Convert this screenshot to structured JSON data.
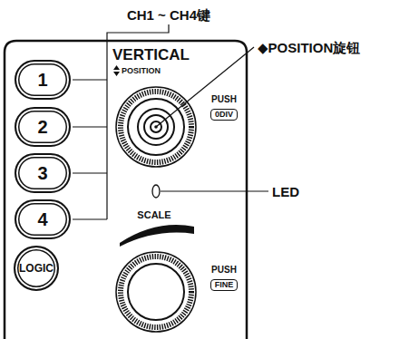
{
  "diagram": {
    "nodes": [
      {
        "text": [
          "1"
        ]
      },
      {
        "text": [
          "2"
        ]
      },
      {
        "text": [
          "3"
        ]
      },
      {
        "text": [
          "4"
        ]
      },
      {
        "text": [
          "LOGIC"
        ]
      },
      {
        "text": [
          "0DIV"
        ]
      },
      {
        "text": [
          "FINE"
        ]
      }
    ],
    "labels": [
      "CH1 ~ CH4键",
      "VERTICAL",
      "POSITION",
      "◆POSITION旋钮",
      "PUSH",
      "PUSH",
      "LED",
      "SCALE"
    ]
  }
}
